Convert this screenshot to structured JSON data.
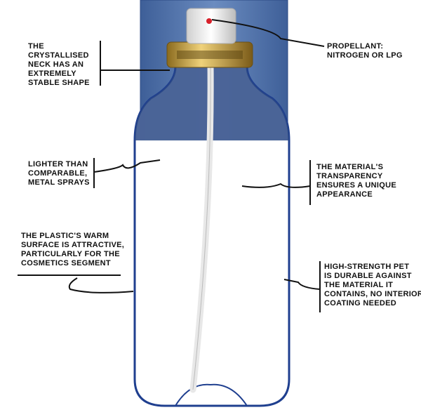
{
  "colors": {
    "band": "#4a6fa8",
    "outline": "#1f3f8f",
    "gold": "#c9a441",
    "cap": "#f4f4f4",
    "nozzle": "#d8202a",
    "ink": "#111111"
  },
  "annotations": {
    "neck": [
      "The",
      "crystallised",
      "neck has an",
      "extremely",
      "stable shape"
    ],
    "propellant": [
      "Propellant:",
      "nitrogen or LPG"
    ],
    "lighter": [
      "Lighter than",
      "comparable,",
      "metal sprays"
    ],
    "transparency": [
      "The material's",
      "transparency",
      "ensures a unique",
      "appearance"
    ],
    "warm": [
      "The plastic's warm",
      "surface is attractive,",
      "particularly for the",
      "cosmetics segment"
    ],
    "pet": [
      "High-strength PET",
      "is durable against",
      "the material it",
      "contains, no interior",
      "coating needed"
    ]
  }
}
